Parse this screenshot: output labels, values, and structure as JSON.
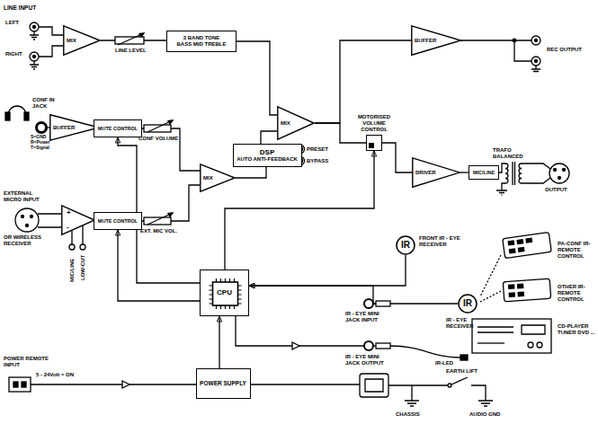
{
  "diagram": {
    "nodes": [
      {
        "text": [
          "MIX"
        ]
      },
      {
        "text": [
          "3 BAND TONE",
          "BASS MID TREBLE"
        ]
      },
      {
        "text": [
          "MIX"
        ]
      },
      {
        "text": [
          "BUFFER"
        ]
      },
      {
        "text": [
          "MOTORISED VOLUME CONTROL"
        ]
      },
      {
        "text": [
          "DRIVER"
        ]
      },
      {
        "text": [
          "MIC/LINE"
        ]
      },
      {
        "text": [
          "BUFFER"
        ]
      },
      {
        "text": [
          "MUTE CONTROL"
        ]
      },
      {
        "text": [
          "DSP",
          "AUTO ANTI-FEEDBACK"
        ]
      },
      {
        "text": [
          "MIX"
        ]
      },
      {
        "text": [
          "+",
          "-"
        ]
      },
      {
        "text": [
          "MUTE CONTROL"
        ]
      },
      {
        "text": [
          "CPU"
        ]
      },
      {
        "text": [
          "IR"
        ]
      },
      {
        "text": [
          "IR"
        ]
      },
      {
        "text": [
          "POWER SUPPLY"
        ]
      }
    ],
    "edges": [
      {
        "from": 0,
        "to": 1,
        "arrow": "none"
      },
      {
        "from": 1,
        "to": 2,
        "arrow": "none"
      },
      {
        "from": 2,
        "to": 3,
        "arrow": "none"
      },
      {
        "from": 2,
        "to": 4,
        "arrow": "none"
      },
      {
        "from": 4,
        "to": 5,
        "arrow": "none"
      },
      {
        "from": 5,
        "to": 6,
        "arrow": "none"
      },
      {
        "from": 7,
        "to": 8,
        "arrow": "none"
      },
      {
        "from": 8,
        "to": 10,
        "arrow": "none"
      },
      {
        "from": 12,
        "to": 10,
        "arrow": "none"
      },
      {
        "from": 10,
        "to": 9,
        "arrow": "none"
      },
      {
        "from": 9,
        "to": 2,
        "arrow": "none"
      },
      {
        "from": 11,
        "to": 12,
        "arrow": "none"
      },
      {
        "from": 13,
        "to": 8,
        "arrow": "to"
      },
      {
        "from": 13,
        "to": 12,
        "arrow": "to"
      },
      {
        "from": 13,
        "to": 4,
        "arrow": "to"
      },
      {
        "from": 14,
        "to": 13,
        "arrow": "to"
      },
      {
        "from": 15,
        "to": 13,
        "arrow": "to"
      },
      {
        "from": 16,
        "to": 13,
        "arrow": "to"
      }
    ],
    "labels": [
      "LINE INPUT",
      "LEFT",
      "RIGHT",
      "LINE LEVEL",
      "REC OUTPUT",
      "TRAFO BALANCED",
      "OUTPUT",
      "CONF IN JACK",
      "S=GND",
      "R=Power",
      "T=Signal",
      "CONF VOLUME",
      "PRESET",
      "BYPASS",
      "EXTERNAL MICRO INPUT",
      "OR WIRELESS RECEIVER",
      "MIC/LINE",
      "LOW-CUT",
      "EXT. MIC VOL.",
      "FRONT IR - EYE RECEIVER",
      "IR - EYE MINI JACK INPUT",
      "PA-CONF IR-REMOTE CONTROL",
      "IR - EYE RECEIVER",
      "OTHER IR-REMOTE CONTROL",
      "IR - EYE MINI JACK OUTPUT",
      "CD-PLAYER TUNER DVD ...",
      "IR-LED",
      "POWER REMOTE INPUT",
      "5 - 24Volt = ON",
      "EARTH LIFT",
      "CHASSIS",
      "AUDIO GND"
    ]
  }
}
